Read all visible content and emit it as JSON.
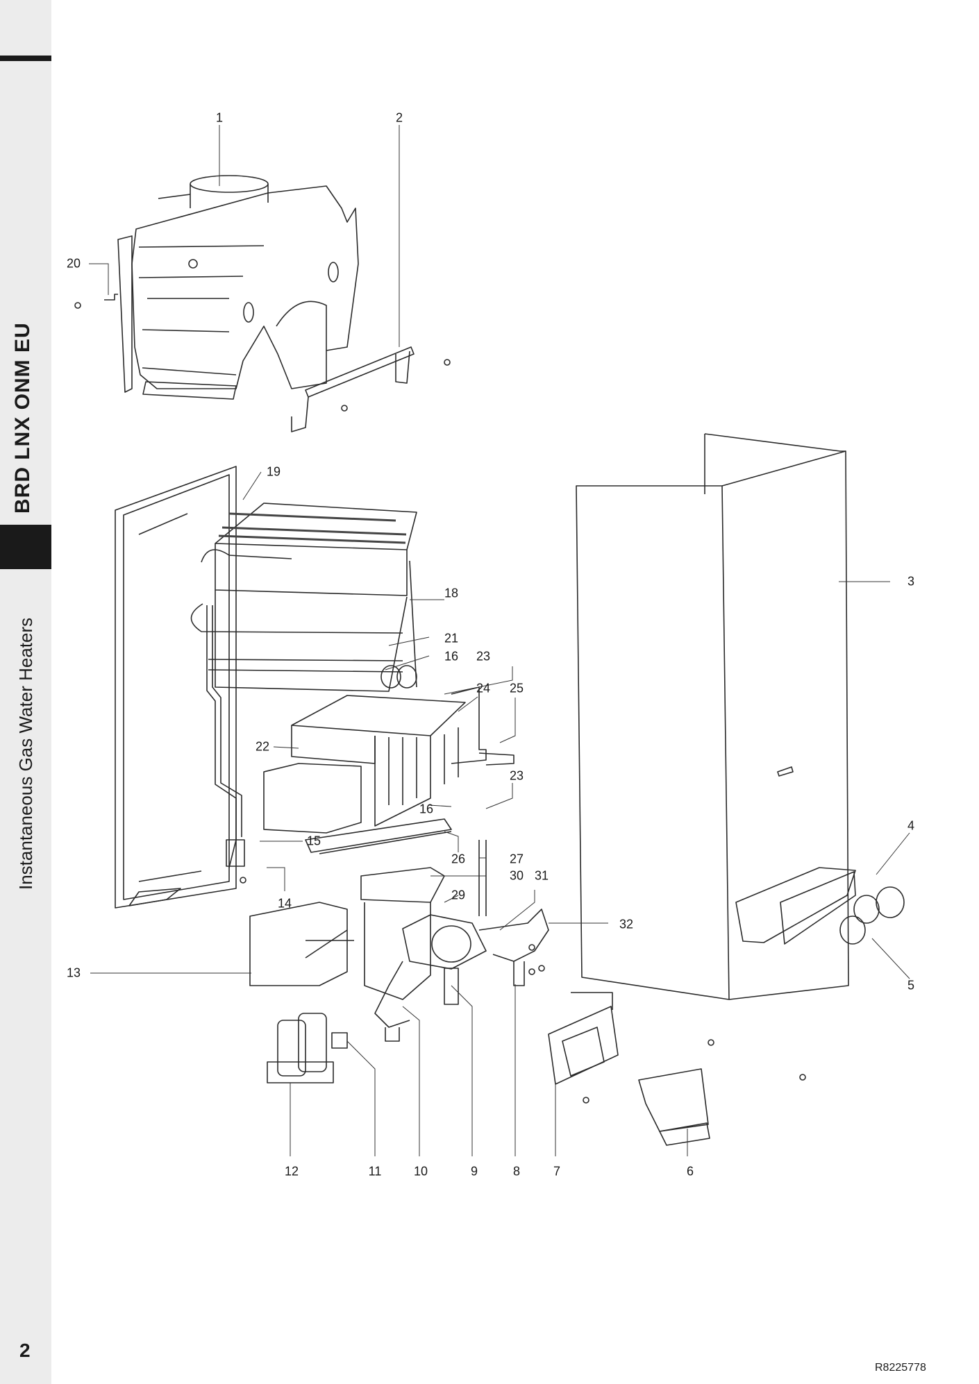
{
  "sidebar": {
    "model": "BRD LNX ONM EU",
    "category": "Instantaneous Gas Water Heaters"
  },
  "footer": {
    "page_number": "2",
    "document_code": "R8225778"
  },
  "callouts": [
    "1",
    "2",
    "3",
    "4",
    "5",
    "6",
    "7",
    "8",
    "9",
    "10",
    "11",
    "12",
    "13",
    "14",
    "15",
    "16",
    "16",
    "18",
    "19",
    "20",
    "21",
    "22",
    "23",
    "23",
    "24",
    "25",
    "26",
    "27",
    "29",
    "30",
    "31",
    "32"
  ]
}
